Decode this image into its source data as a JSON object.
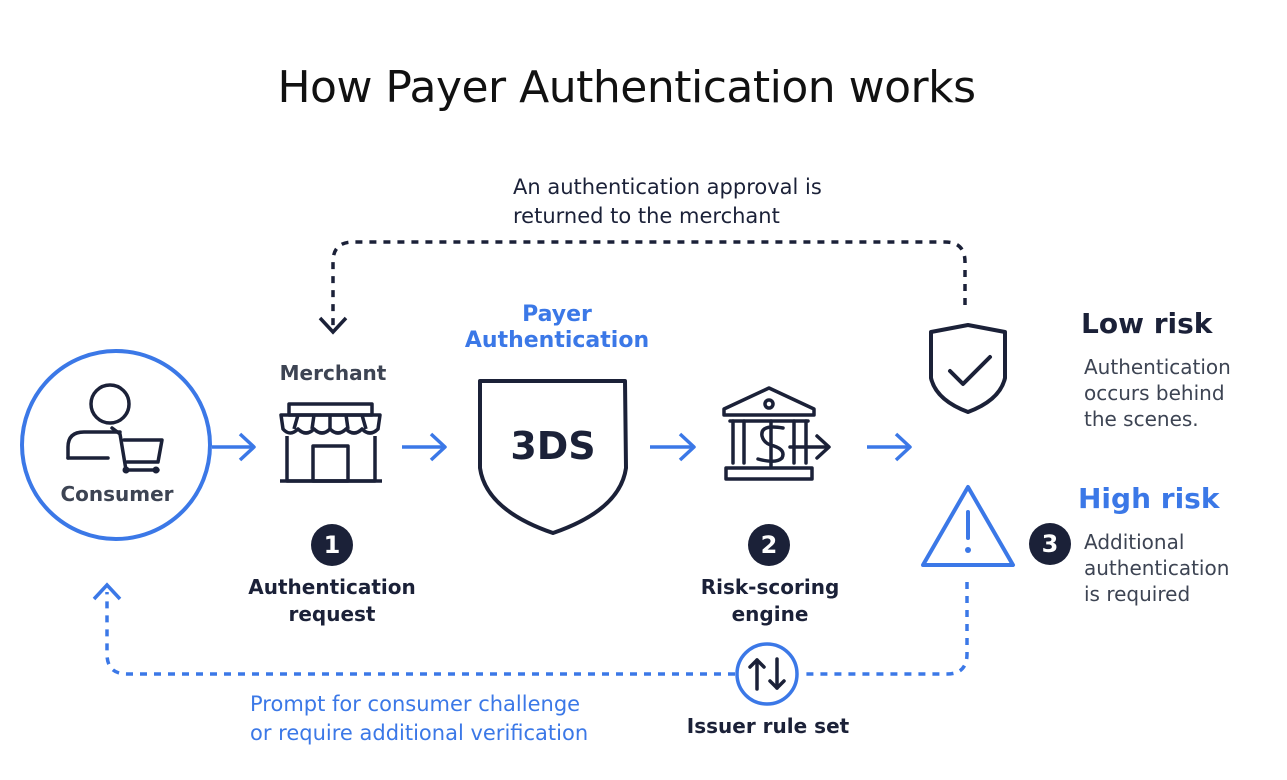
{
  "title": "How Payer Authentication works",
  "approval_note": {
    "line1": "An authentication approval is",
    "line2": "returned to the merchant"
  },
  "consumer": {
    "label": "Consumer"
  },
  "merchant": {
    "label": "Merchant"
  },
  "payer_auth": {
    "line1": "Payer",
    "line2": "Authentication",
    "shield_text": "3DS"
  },
  "steps": [
    {
      "number": "1",
      "line1": "Authentication",
      "line2": "request"
    },
    {
      "number": "2",
      "line1": "Risk-scoring",
      "line2": "engine"
    },
    {
      "number": "3"
    }
  ],
  "low_risk": {
    "title": "Low risk",
    "line1": "Authentication",
    "line2": "occurs behind",
    "line3": "the scenes."
  },
  "high_risk": {
    "title": "High risk",
    "line1": "Additional",
    "line2": "authentication",
    "line3": "is required"
  },
  "challenge_note": {
    "line1": "Prompt for consumer challenge",
    "line2": "or require additional verification"
  },
  "issuer": {
    "label": "Issuer rule set"
  },
  "colors": {
    "navy": "#1b2138",
    "blue": "#3b78e7",
    "gray": "#3d4453"
  },
  "icons": [
    "person-cart-icon",
    "storefront-icon",
    "shield-3ds-icon",
    "bank-dollar-icon",
    "shield-check-icon",
    "warning-triangle-icon",
    "up-down-arrows-icon"
  ]
}
